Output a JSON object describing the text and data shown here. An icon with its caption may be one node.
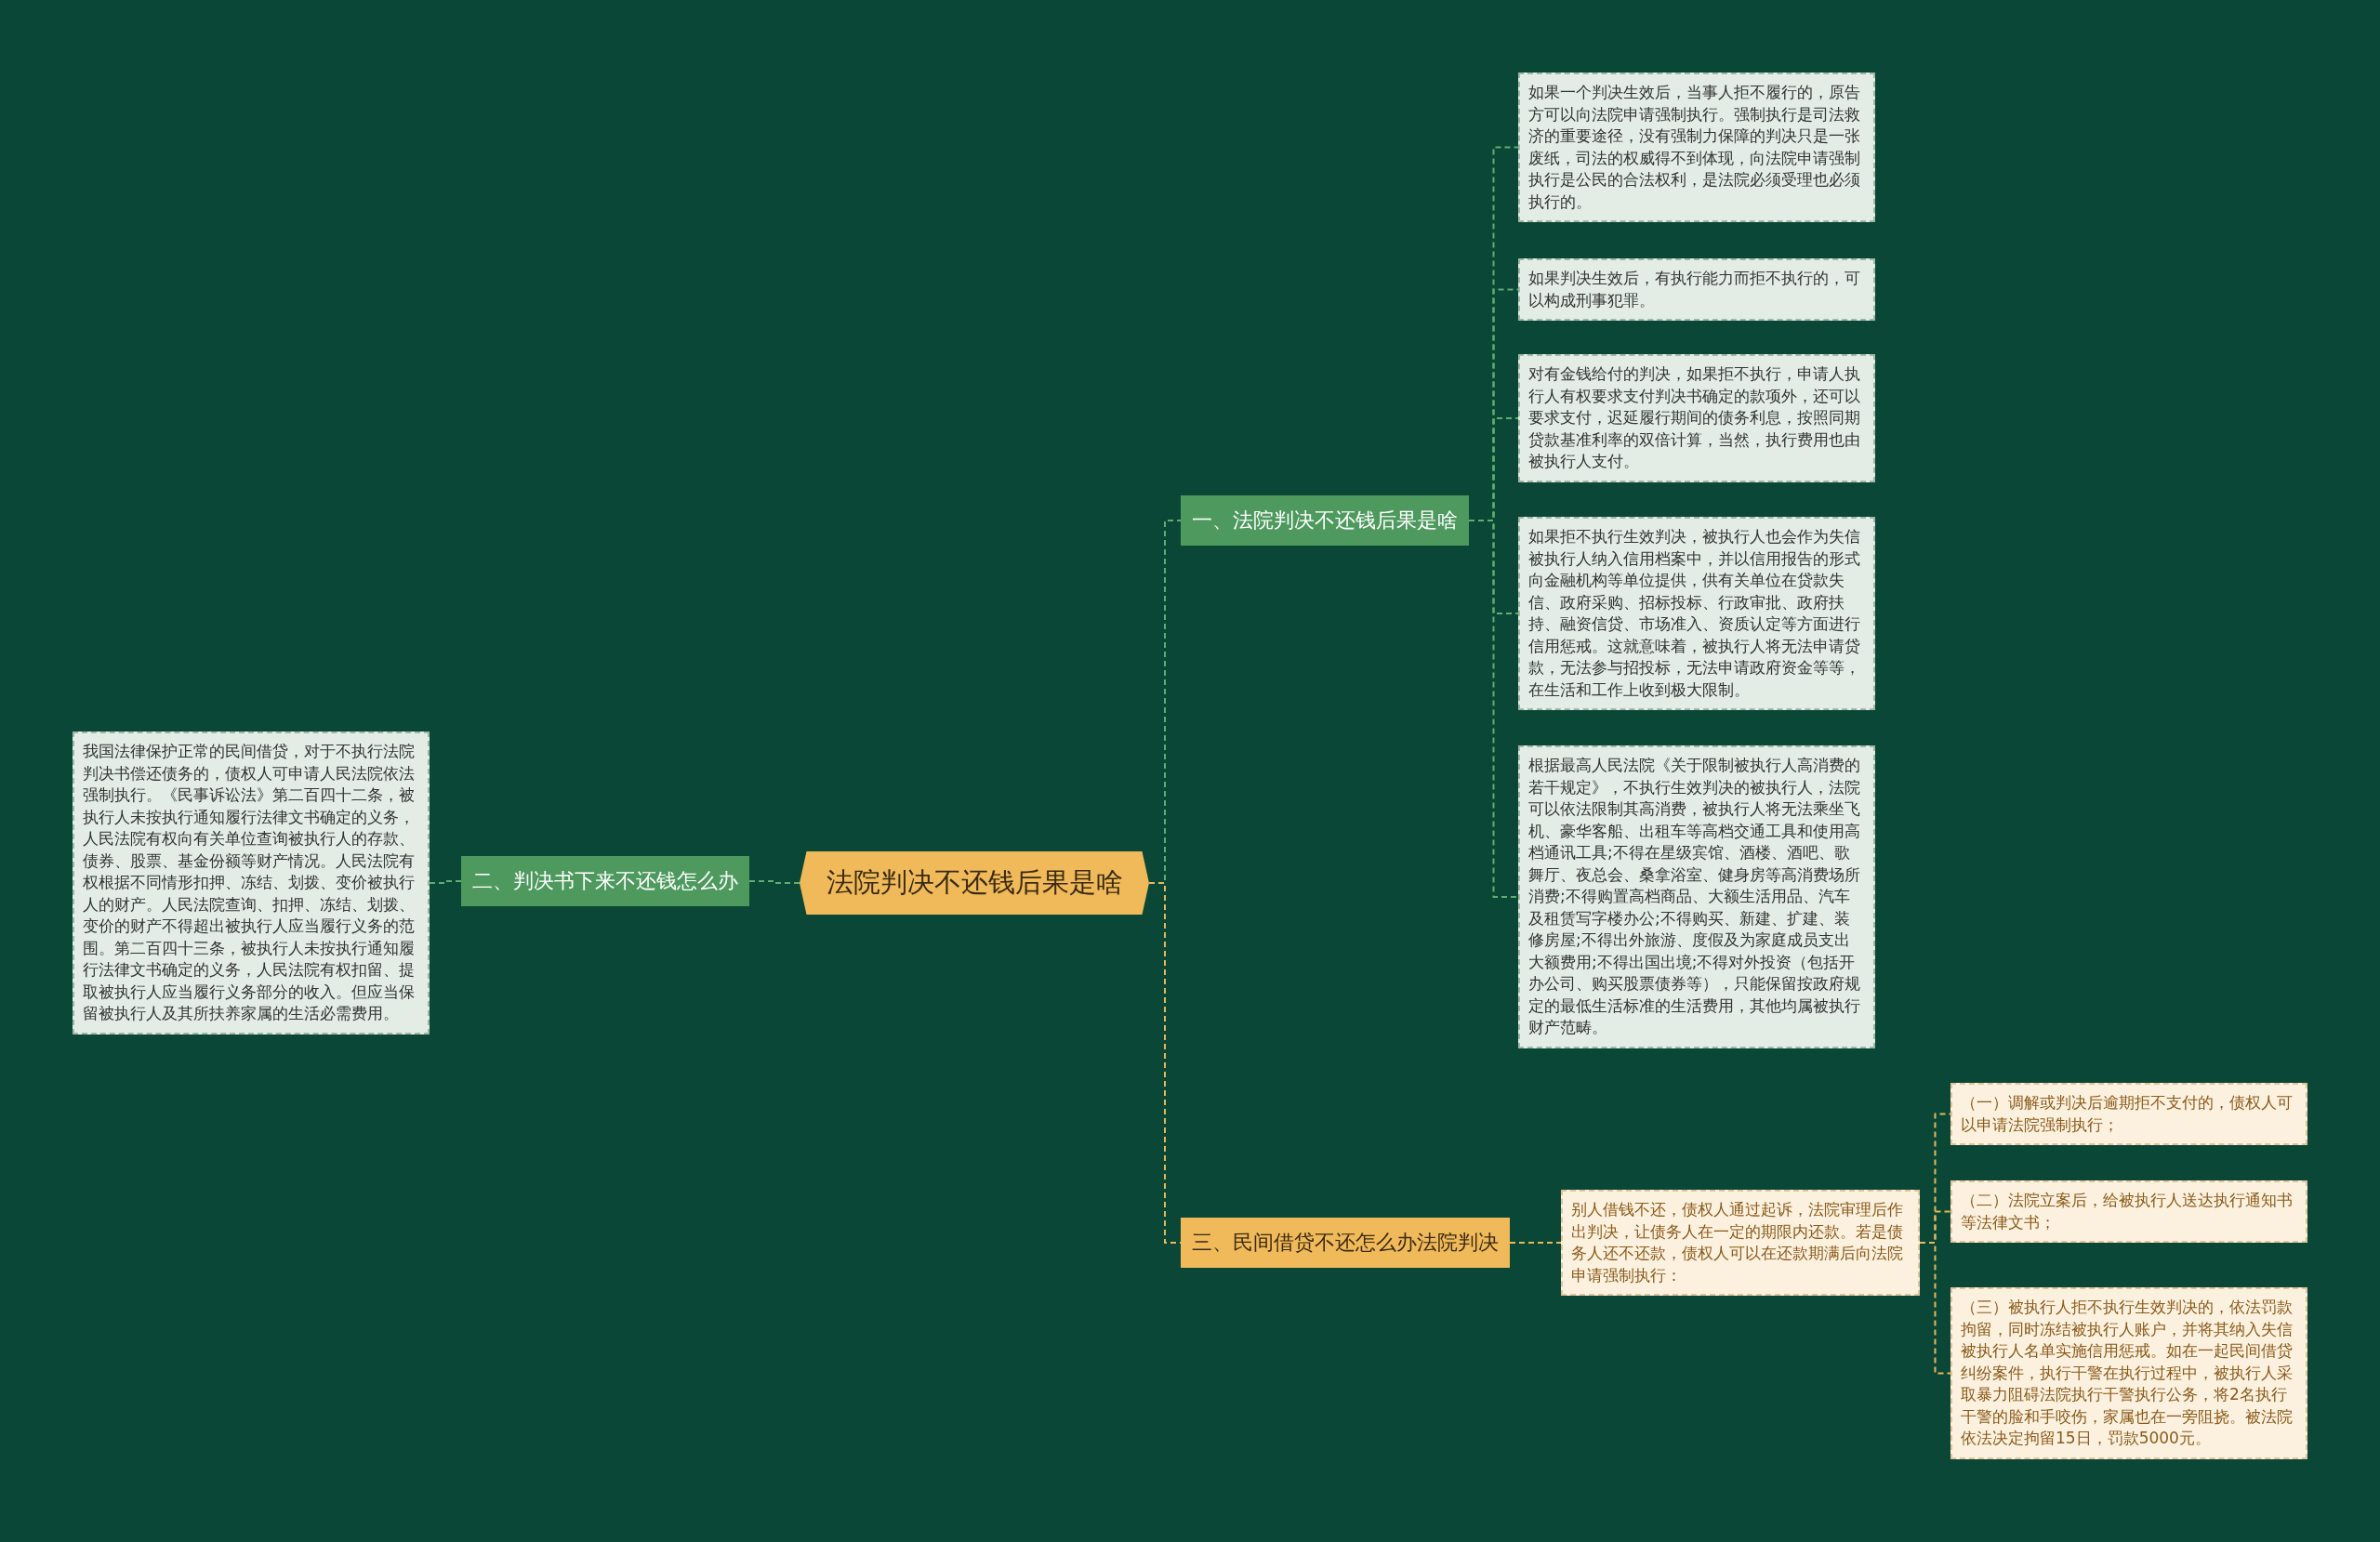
{
  "diagram": {
    "nodes": [
      {
        "text": [
          "法院判决不还钱后果是啥"
        ]
      },
      {
        "text": [
          "一、法院判决不还钱后果是啥"
        ]
      },
      {
        "text": [
          "如果一个判决生效后，当事人拒不履行的，原告方可以向法院申请强制执行。强制执行是司法救济的重要途径，没有强制力保障的判决只是一张废纸，司法的权威得不到体现，向法院申请强制执行是公民的合法权利，是法院必须受理也必须执行的。"
        ]
      },
      {
        "text": [
          "如果判决生效后，有执行能力而拒不执行的，可以构成刑事犯罪。"
        ]
      },
      {
        "text": [
          "对有金钱给付的判决，如果拒不执行，申请人执行人有权要求支付判决书确定的款项外，还可以要求支付，迟延履行期间的债务利息，按照同期贷款基准利率的双倍计算，当然，执行费用也由被执行人支付。"
        ]
      },
      {
        "text": [
          "如果拒不执行生效判决，被执行人也会作为失信被执行人纳入信用档案中，并以信用报告的形式向金融机构等单位提供，供有关单位在贷款失信、政府采购、招标投标、行政审批、政府扶持、融资信贷、市场准入、资质认定等方面进行信用惩戒。这就意味着，被执行人将无法申请贷款，无法参与招投标，无法申请政府资金等等，在生活和工作上收到极大限制。"
        ]
      },
      {
        "text": [
          "根据最高人民法院《关于限制被执行人高消费的若干规定》，不执行生效判决的被执行人，法院可以依法限制其高消费，被执行人将无法乘坐飞机、豪华客船、出租车等高档交通工具和使用高档通讯工具;不得在星级宾馆、酒楼、酒吧、歌舞厅、夜总会、桑拿浴室、健身房等高消费场所消费;不得购置高档商品、大额生活用品、汽车及租赁写字楼办公;不得购买、新建、扩建、装修房屋;不得出外旅游、度假及为家庭成员支出大额费用;不得出国出境;不得对外投资（包括开办公司、购买股票债券等），只能保留按政府规定的最低生活标准的生活费用，其他均属被执行财产范畴。"
        ]
      },
      {
        "text": [
          "二、判决书下来不还钱怎么办"
        ]
      },
      {
        "text": [
          "我国法律保护正常的民间借贷，对于不执行法院判决书偿还债务的，债权人可申请人民法院依法强制执行。《民事诉讼法》第二百四十二条，被执行人未按执行通知履行法律文书确定的义务，人民法院有权向有关单位查询被执行人的存款、债券、股票、基金份额等财产情况。人民法院有权根据不同情形扣押、冻结、划拨、变价被执行人的财产。人民法院查询、扣押、冻结、划拨、变价的财产不得超出被执行人应当履行义务的范围。第二百四十三条，被执行人未按执行通知履行法律文书确定的义务，人民法院有权扣留、提取被执行人应当履行义务部分的收入。但应当保留被执行人及其所扶养家属的生活必需费用。"
        ]
      },
      {
        "text": [
          "三、民间借贷不还怎么办法院判决"
        ]
      },
      {
        "text": [
          "别人借钱不还，债权人通过起诉，法院审理后作出判决，让债务人在一定的期限内还款。若是债务人还不还款，债权人可以在还款期满后向法院申请强制执行："
        ]
      },
      {
        "text": [
          "（一）调解或判决后逾期拒不支付的，债权人可以申请法院强制执行；"
        ]
      },
      {
        "text": [
          "（二）法院立案后，给被执行人送达执行通知书等法律文书；"
        ]
      },
      {
        "text": [
          "（三）被执行人拒不执行生效判决的，依法罚款拘留，同时冻结被执行人账户，并将其纳入失信被执行人名单实施信用惩戒。如在一起民间借贷纠纷案件，执行干警在执行过程中，被执行人采取暴力阻碍法院执行干警执行公务，将2名执行干警的脸和手咬伤，家属也在一旁阻挠。被法院依法决定拘留15日，罚款5000元。"
        ]
      }
    ],
    "edges": [
      {
        "from": 0,
        "to": 1,
        "arrow": "none",
        "style": "dashed"
      },
      {
        "from": 1,
        "to": 2,
        "arrow": "none",
        "style": "dashed"
      },
      {
        "from": 1,
        "to": 3,
        "arrow": "none",
        "style": "dashed"
      },
      {
        "from": 1,
        "to": 4,
        "arrow": "none",
        "style": "dashed"
      },
      {
        "from": 1,
        "to": 5,
        "arrow": "none",
        "style": "dashed"
      },
      {
        "from": 1,
        "to": 6,
        "arrow": "none",
        "style": "dashed"
      },
      {
        "from": 0,
        "to": 7,
        "arrow": "none",
        "style": "dashed"
      },
      {
        "from": 7,
        "to": 8,
        "arrow": "none",
        "style": "dashed"
      },
      {
        "from": 0,
        "to": 9,
        "arrow": "none",
        "style": "dashed",
        "color": "#e8b85a"
      },
      {
        "from": 9,
        "to": 10,
        "arrow": "none",
        "style": "dashed",
        "color": "#e8b85a"
      },
      {
        "from": 10,
        "to": 11,
        "arrow": "none",
        "style": "dashed",
        "color": "#e8b85a"
      },
      {
        "from": 10,
        "to": 12,
        "arrow": "none",
        "style": "dashed",
        "color": "#e8b85a"
      },
      {
        "from": 10,
        "to": 13,
        "arrow": "none",
        "style": "dashed",
        "color": "#e8b85a"
      }
    ]
  }
}
